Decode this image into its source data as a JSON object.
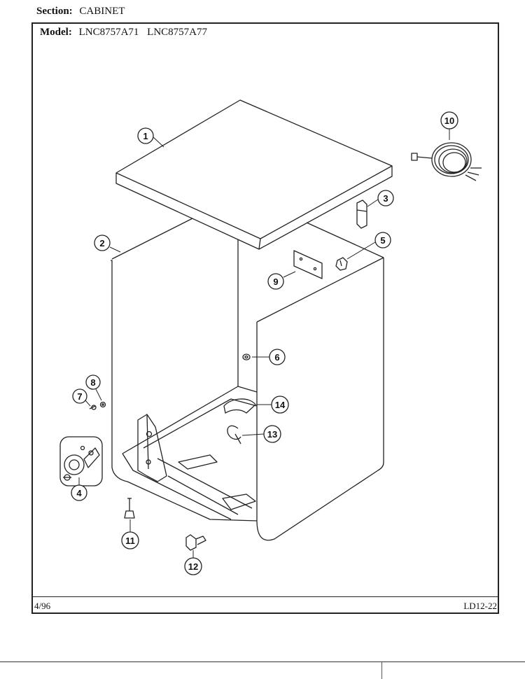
{
  "header": {
    "section_label": "Section:",
    "section_value": "CABINET",
    "model_label": "Model:",
    "models": [
      "LNC8757A71",
      "LNC8757A77"
    ]
  },
  "callouts": [
    "1",
    "2",
    "3",
    "4",
    "5",
    "6",
    "7",
    "8",
    "9",
    "10",
    "11",
    "12",
    "13",
    "14"
  ],
  "footer": {
    "date": "4/96",
    "code": "LD12-22"
  }
}
